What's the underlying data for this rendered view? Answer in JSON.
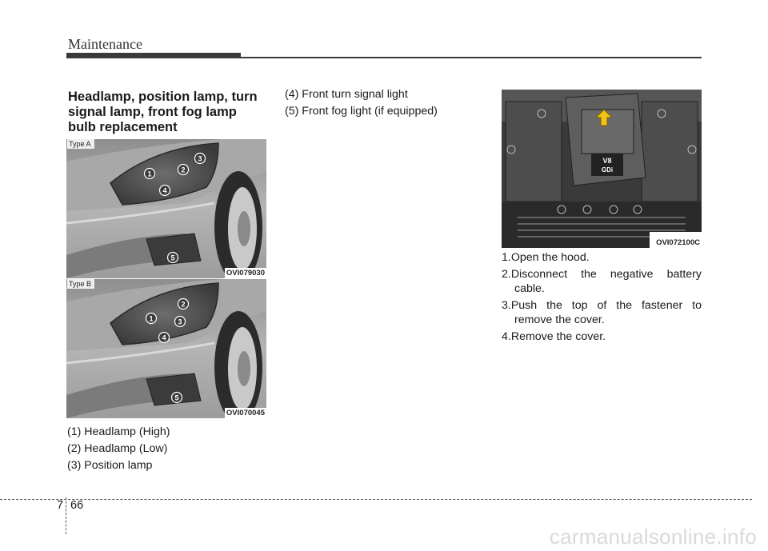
{
  "header": {
    "title": "Maintenance"
  },
  "section": {
    "heading": "Headlamp, position lamp, turn signal lamp, front fog lamp bulb replacement"
  },
  "figures": {
    "type_a": {
      "label": "Type A",
      "code": "OVI079030",
      "callouts": [
        "1",
        "2",
        "3",
        "4",
        "5"
      ]
    },
    "type_b": {
      "label": "Type B",
      "code": "OVI070045",
      "callouts": [
        "1",
        "2",
        "3",
        "4",
        "5"
      ]
    },
    "engine": {
      "code": "OVI072100C",
      "badge_top": "V8",
      "badge_bottom": "GDi"
    }
  },
  "bulb_list_col1": [
    "(1) Headlamp (High)",
    "(2) Headlamp (Low)",
    "(3) Position lamp"
  ],
  "bulb_list_col2": [
    "(4) Front turn signal light",
    "(5) Front fog light (if equipped)"
  ],
  "steps": [
    "1.Open the hood.",
    "2.Disconnect the negative battery cable.",
    "3.Push the top of the fastener to remove the cover.",
    "4.Remove the cover."
  ],
  "footer": {
    "chapter": "7",
    "page": "66"
  },
  "watermark": "carmanualsonline.info"
}
